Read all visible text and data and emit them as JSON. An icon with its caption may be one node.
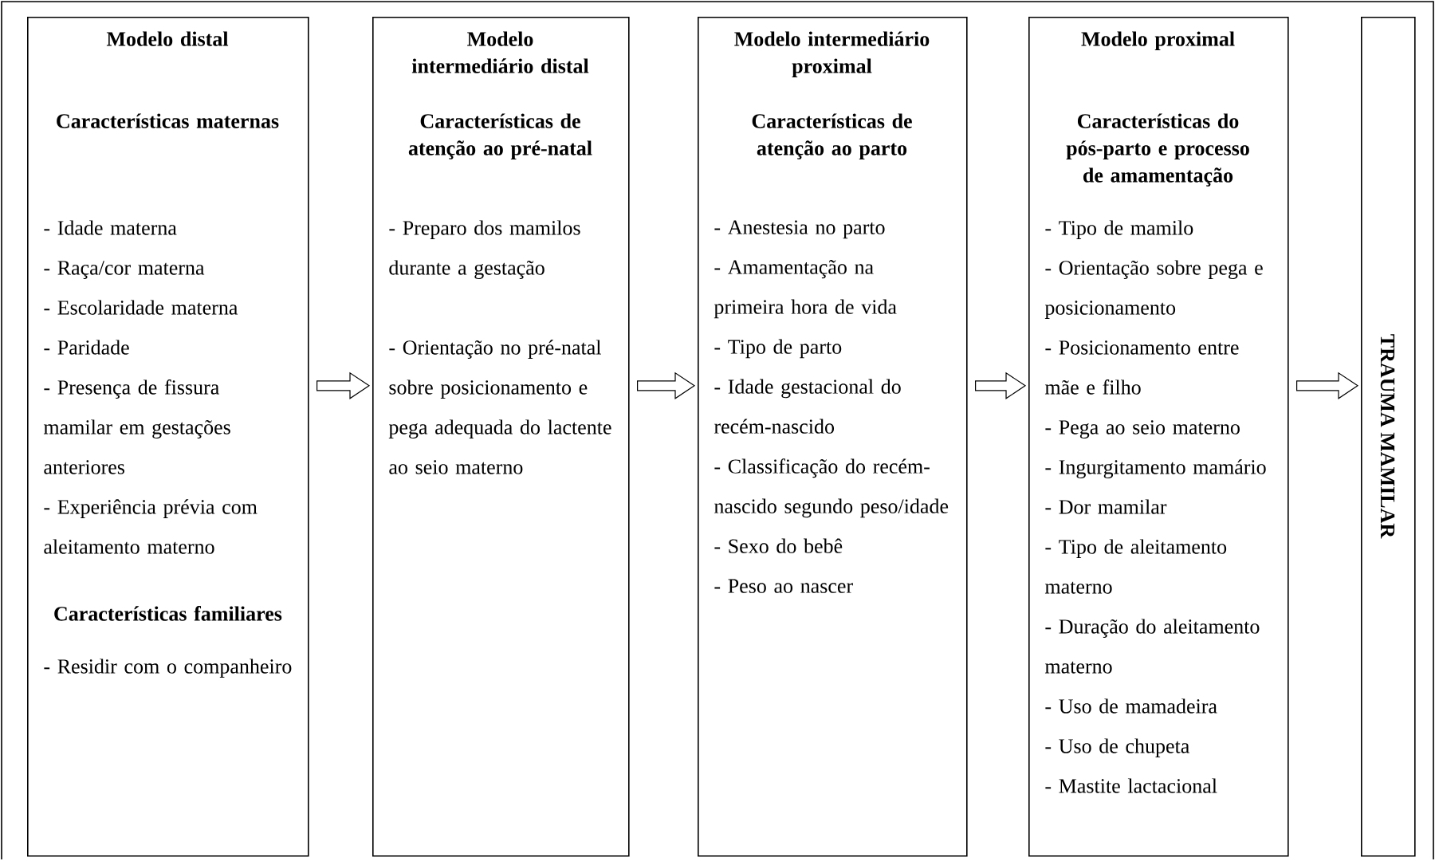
{
  "diagram": {
    "nodes": [
      {
        "text": [
          "Modelo distal",
          "Características maternas",
          "- Idade materna",
          "- Raça/cor materna",
          "- Escolaridade materna",
          "- Paridade",
          "- Presença de fissura mamilar em gestações anteriores",
          "- Experiência prévia com aleitamento materno",
          "Características familiares",
          "- Residir com o companheiro"
        ]
      },
      {
        "text": [
          "Modelo intermediário distal",
          "Características de atenção ao pré-natal",
          "- Preparo dos mamilos durante a gestação",
          "- Orientação no pré-natal sobre posicionamento e pega adequada do lactente ao seio materno"
        ]
      },
      {
        "text": [
          "Modelo intermediário proximal",
          "Características de atenção ao parto",
          "- Anestesia no parto",
          "- Amamentação na primeira hora de vida",
          "- Tipo de parto",
          "- Idade gestacional do recém-nascido",
          "- Classificação do recém-nascido segundo peso/idade",
          "- Sexo do bebê",
          "- Peso ao nascer"
        ]
      },
      {
        "text": [
          "Modelo proximal",
          "Características do pós-parto e processo de amamentação",
          "- Tipo de mamilo",
          "- Orientação sobre pega e posicionamento",
          "- Posicionamento entre mãe e filho",
          "- Pega ao seio materno",
          "- Ingurgitamento mamário",
          "- Dor mamilar",
          "- Tipo de aleitamento materno",
          "- Duração do aleitamento materno",
          "- Uso de mamadeira",
          "- Uso de chupeta",
          "- Mastite lactacional"
        ]
      },
      {
        "text": [
          "TRAUMA MAMILAR"
        ]
      }
    ],
    "edges": [
      {
        "from": 0,
        "to": 1,
        "arrow": "to"
      },
      {
        "from": 1,
        "to": 2,
        "arrow": "to"
      },
      {
        "from": 2,
        "to": 3,
        "arrow": "to"
      },
      {
        "from": 3,
        "to": 4,
        "arrow": "to"
      }
    ]
  }
}
